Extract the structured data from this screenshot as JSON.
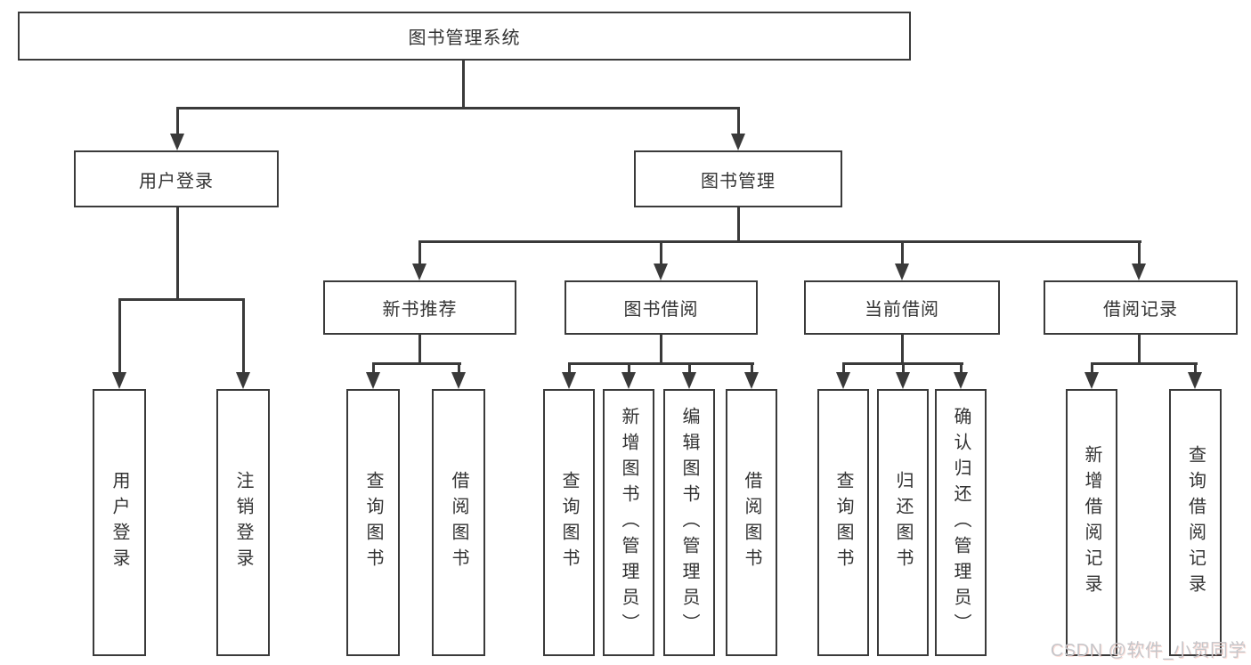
{
  "diagram_title": "图书管理系统",
  "tree": {
    "root": {
      "label": "图书管理系统"
    },
    "children": [
      {
        "label": "用户登录",
        "children": [
          {
            "label": "用户登录"
          },
          {
            "label": "注销登录"
          }
        ]
      },
      {
        "label": "图书管理",
        "children": [
          {
            "label": "新书推荐",
            "children": [
              {
                "label": "查询图书"
              },
              {
                "label": "借阅图书"
              }
            ]
          },
          {
            "label": "图书借阅",
            "children": [
              {
                "label": "查询图书"
              },
              {
                "label": "新增图书（管理员）"
              },
              {
                "label": "编辑图书（管理员）"
              },
              {
                "label": "借阅图书"
              }
            ]
          },
          {
            "label": "当前借阅",
            "children": [
              {
                "label": "查询图书"
              },
              {
                "label": "归还图书"
              },
              {
                "label": "确认归还（管理员）"
              }
            ]
          },
          {
            "label": "借阅记录",
            "children": [
              {
                "label": "新增借阅记录"
              },
              {
                "label": "查询借阅记录"
              }
            ]
          }
        ]
      }
    ]
  },
  "watermark": {
    "text": "CSDN @软件_小贺同学"
  },
  "colors": {
    "line": "#3a3a3a",
    "text": "#333333",
    "box_background": "#ffffff",
    "watermark": "#c5c6ca"
  }
}
